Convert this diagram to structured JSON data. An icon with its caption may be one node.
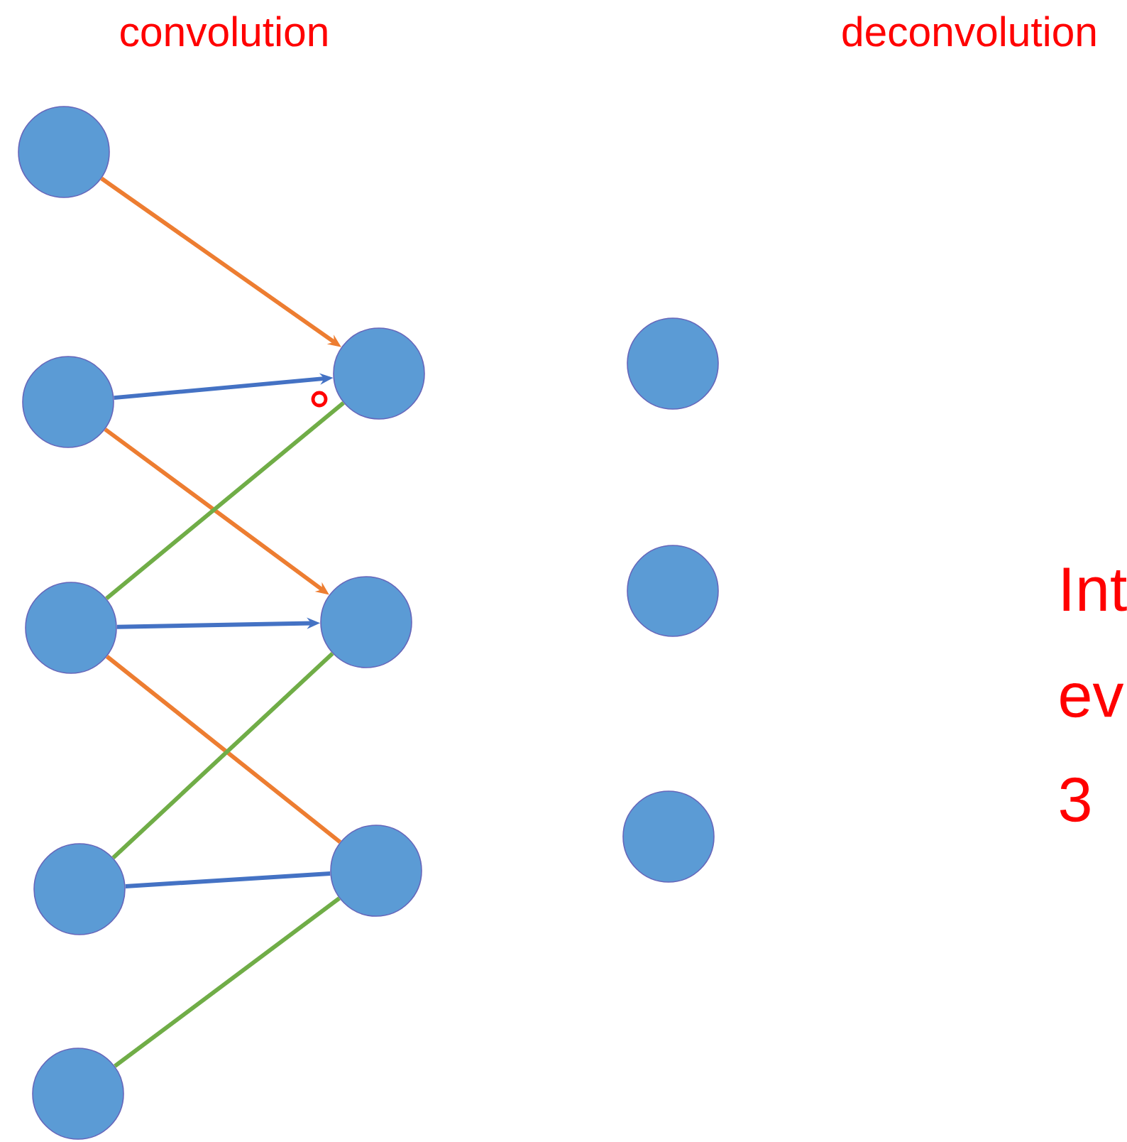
{
  "diagram": {
    "nodes": [
      {
        "text": [],
        "shape": "circle"
      },
      {
        "text": [],
        "shape": "circle"
      },
      {
        "text": [],
        "shape": "circle"
      },
      {
        "text": [],
        "shape": "circle"
      },
      {
        "text": [],
        "shape": "circle"
      },
      {
        "text": [],
        "shape": "circle"
      },
      {
        "text": [],
        "shape": "circle"
      },
      {
        "text": [],
        "shape": "circle"
      },
      {
        "text": [],
        "shape": "circle"
      },
      {
        "text": [],
        "shape": "circle"
      },
      {
        "text": [],
        "shape": "circle"
      }
    ],
    "edges": [
      {
        "from": 0,
        "to": 5,
        "arrow": "to",
        "color": "#ed7d31"
      },
      {
        "from": 1,
        "to": 5,
        "arrow": "to",
        "color": "#4472c4"
      },
      {
        "from": 1,
        "to": 6,
        "arrow": "to",
        "color": "#ed7d31"
      },
      {
        "from": 2,
        "to": 5,
        "arrow": "none",
        "color": "#70ad47"
      },
      {
        "from": 2,
        "to": 6,
        "arrow": "to",
        "color": "#4472c4"
      },
      {
        "from": 2,
        "to": 7,
        "arrow": "none",
        "color": "#ed7d31"
      },
      {
        "from": 3,
        "to": 6,
        "arrow": "none",
        "color": "#70ad47"
      },
      {
        "from": 3,
        "to": 7,
        "arrow": "none",
        "color": "#4472c4"
      },
      {
        "from": 4,
        "to": 7,
        "arrow": "none",
        "color": "#70ad47"
      }
    ],
    "labels": [
      "convolution",
      "deconvolution",
      "Int",
      "ev",
      "3"
    ]
  }
}
